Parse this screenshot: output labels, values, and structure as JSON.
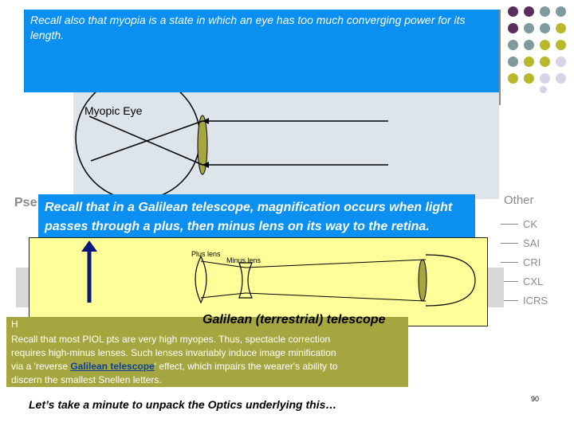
{
  "top_caption": "Recall also that myopia is a state in which an eye has too much converging power for its length.",
  "panel": {
    "title": "Myopic Eye"
  },
  "left_list": {
    "label": "Pse"
  },
  "side_list": {
    "heading": "Other",
    "items": [
      "CK",
      "SAI",
      "CRI",
      "CXL",
      "ICRS"
    ]
  },
  "galilean_caption": "Recall that in a Galilean telescope, magnification occurs when light passes through a plus, then minus lens on its way to the retina.",
  "telescope": {
    "plus_label": "Plus lens",
    "minus_label": "Minus lens",
    "title": "Galilean (terrestrial) telescope"
  },
  "olive_box": {
    "heading": "H",
    "line1": "Recall that most PIOL pts are very high myopes. Thus, spectacle correction",
    "line2": "requires high-minus lenses. Such lenses invariably induce image minification",
    "line3_pre": "via a 'reverse ",
    "line3_link": "Galilean telescope",
    "line3_post": "' effect, which impairs the wearer's ability to",
    "line4": "discern the smallest Snellen letters."
  },
  "bottom_line": "Let’s take a minute to unpack the Optics underlying this…",
  "page_number": "90",
  "colors": {
    "blue": "#0b8ff0",
    "yellow": "#ffff99",
    "olive": "#a6a640",
    "purple": "#5a2d5e",
    "teal": "#7f9a9c",
    "lime": "#b8b82a",
    "lavender": "#d7d2e6"
  }
}
